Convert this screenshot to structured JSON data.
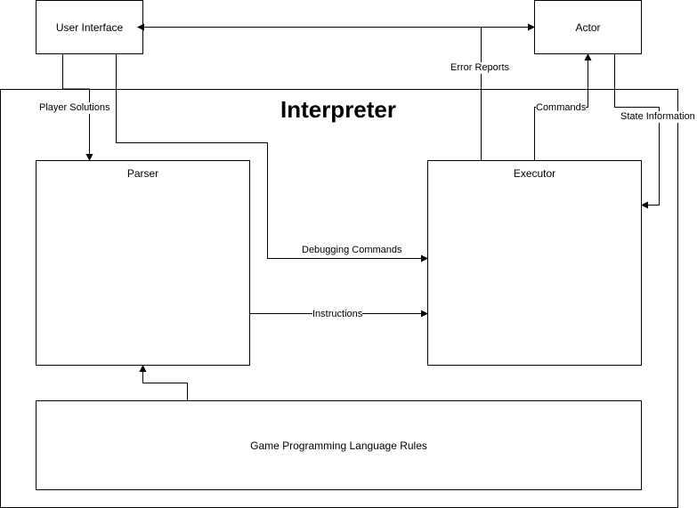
{
  "nodes": {
    "user_interface": "User Interface",
    "actor": "Actor",
    "interpreter": "Interpreter",
    "parser": "Parser",
    "executor": "Executor",
    "rules": "Game Programming Language Rules"
  },
  "edges": {
    "player_solutions": "Player Solutions",
    "error_reports": "Error Reports",
    "commands": "Commands",
    "state_information": "State Information",
    "debugging_commands": "Debugging Commands",
    "instructions": "Instructions"
  }
}
